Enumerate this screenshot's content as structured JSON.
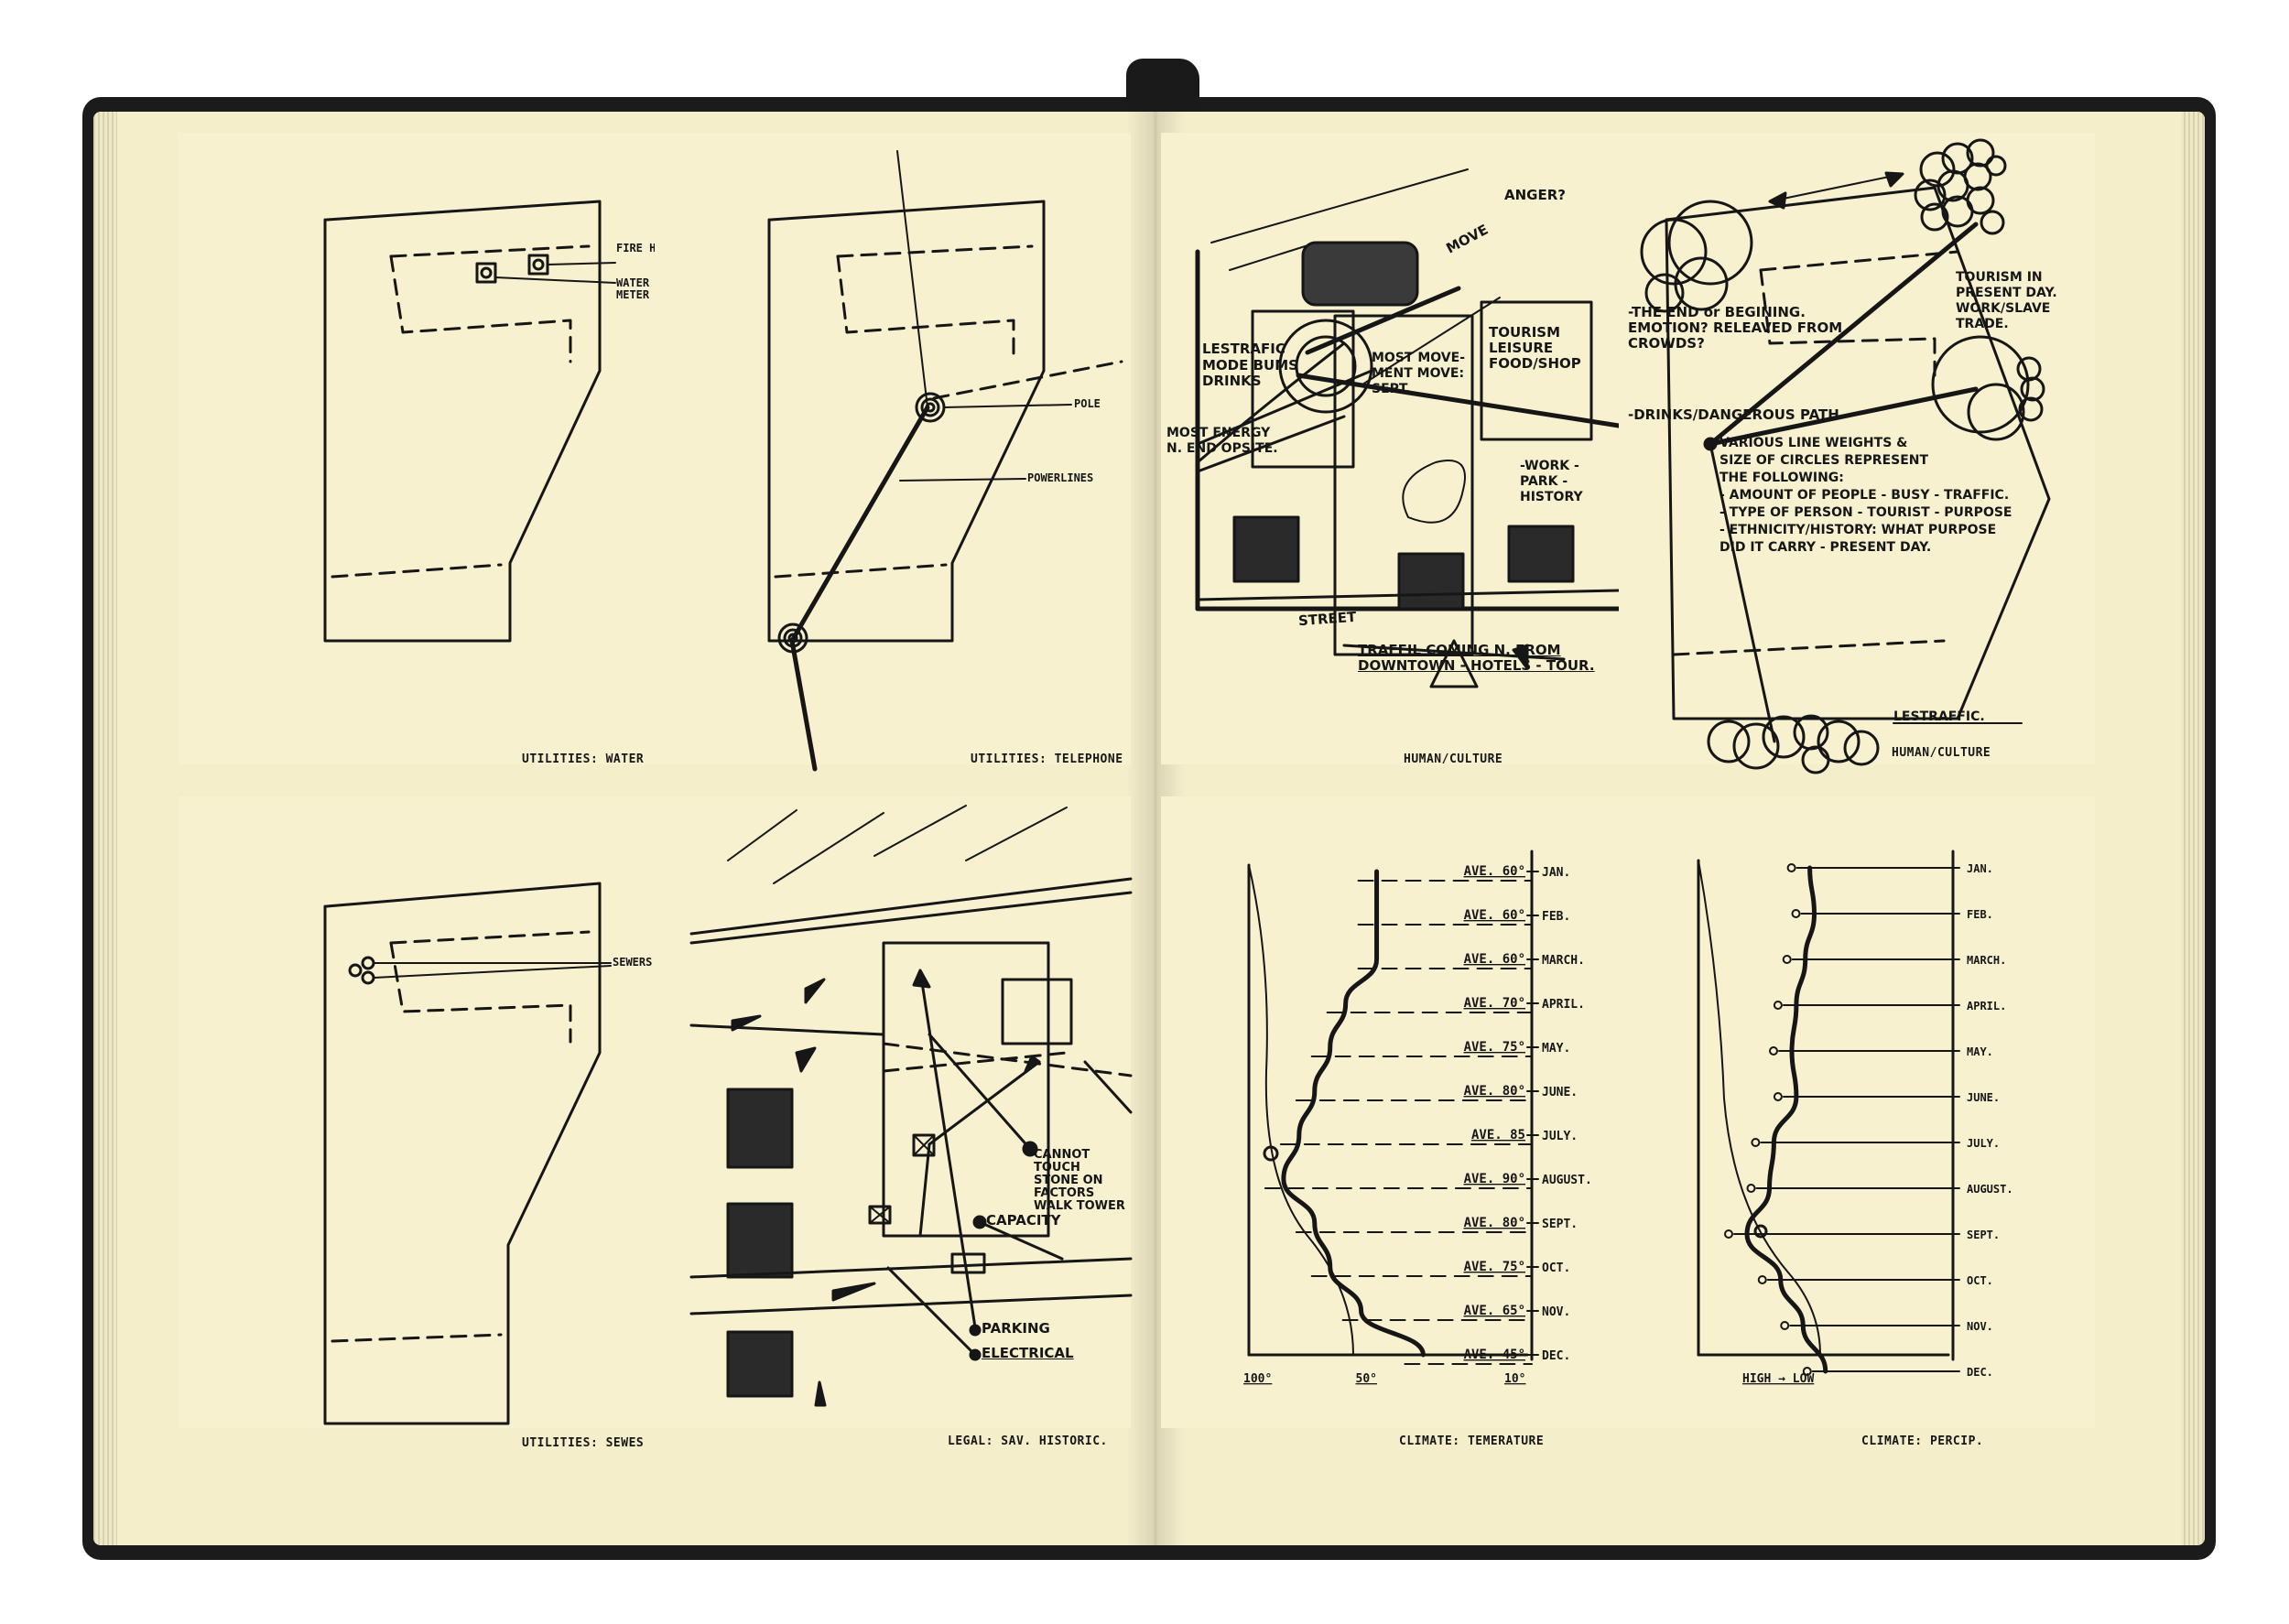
{
  "panels": {
    "water": {
      "caption": "UTILITIES: WATER",
      "fire_hy": "FIRE HY.",
      "water_meter": "WATER METER"
    },
    "telephone": {
      "caption": "UTILITIES: TELEPHONE",
      "pole": "POLE",
      "powerlines": "POWERLINES"
    },
    "human1": {
      "caption": "HUMAN/CULTURE",
      "anger": "ANGER?",
      "move": "MOVE",
      "less_traffic": "LESTRAFIC",
      "mode_bums_drinks": "MODE BUMS DRINKS",
      "most_movement": "MOST MOVE- MENT MOVE: SEPT.",
      "tourism": "TOURISM LEISURE FOOD/SHOP",
      "most_energy": "MOST ENERGY N. END OPSITE.",
      "work_park": "-WORK -PARK -HISTORY",
      "street": "STREET",
      "traffic_note": "TRAFFIL COMING N. FROM DOWNTOWN - HOTELS - TOUR."
    },
    "human2": {
      "caption": "HUMAN/CULTURE",
      "end_beginning": "-THE END or BEGINING. EMOTION? RELEAVED FROM CROWDS?",
      "drinks_dangerous": "-DRINKS/DANGEROUS PATH",
      "tourism_present": "TOURISM IN PRESENT DAY. WORK/SLAVE TRADE.",
      "legend_lines": [
        "VARIOUS LINE WEIGHTS &",
        "SIZE OF CIRCLES REPRESENT",
        "THE FOLLOWING:",
        "- AMOUNT OF PEOPLE - BUSY - TRAFFIC.",
        "- TYPE OF PERSON - TOURIST - PURPOSE",
        "- ETHNICITY/HISTORY: WHAT PURPOSE",
        "  DID IT CARRY - PRESENT DAY."
      ],
      "less_traffic": "LESTRAFFIC."
    },
    "sewers": {
      "caption": "UTILITIES: SEWES",
      "sewers": "SEWERS"
    },
    "legal": {
      "caption": "LEGAL: SAV. HISTORIC.",
      "cannot": "CANNOT TOUCH STONE ON FACTORS WALK TOWER",
      "capacity": "CAPACITY",
      "parking": "PARKING",
      "electrical": "ELECTRICAL"
    }
  },
  "chart_data": [
    {
      "type": "line",
      "title": "CLIMATE: TEMERATURE",
      "categories": [
        "JAN.",
        "FEB.",
        "MARCH.",
        "APRIL.",
        "MAY.",
        "JUNE.",
        "JULY.",
        "AUGUST.",
        "SEPT.",
        "OCT.",
        "NOV.",
        "DEC."
      ],
      "data_labels": [
        "AVE. 60°",
        "AVE. 60°",
        "AVE. 60°",
        "AVE. 70°",
        "AVE. 75°",
        "AVE. 80°",
        "AVE. 85",
        "AVE. 90°",
        "AVE. 80°",
        "AVE. 75°",
        "AVE. 65°",
        "AVE. 45°"
      ],
      "values": [
        60,
        60,
        60,
        70,
        75,
        80,
        85,
        90,
        80,
        75,
        65,
        45
      ],
      "x_ticks": [
        "100°",
        "50°",
        "10°"
      ],
      "xlim": [
        100,
        10
      ]
    },
    {
      "type": "line",
      "title": "CLIMATE: PERCIP.",
      "categories": [
        "JAN.",
        "FEB.",
        "MARCH.",
        "APRIL.",
        "MAY.",
        "JUNE.",
        "JULY.",
        "AUGUST.",
        "SEPT.",
        "OCT.",
        "NOV.",
        "DEC."
      ],
      "values": [
        0.72,
        0.7,
        0.74,
        0.78,
        0.8,
        0.78,
        0.88,
        0.9,
        1.0,
        0.85,
        0.75,
        0.65
      ],
      "axis_label": "HIGH → LOW",
      "xlim": [
        1,
        0
      ]
    }
  ]
}
